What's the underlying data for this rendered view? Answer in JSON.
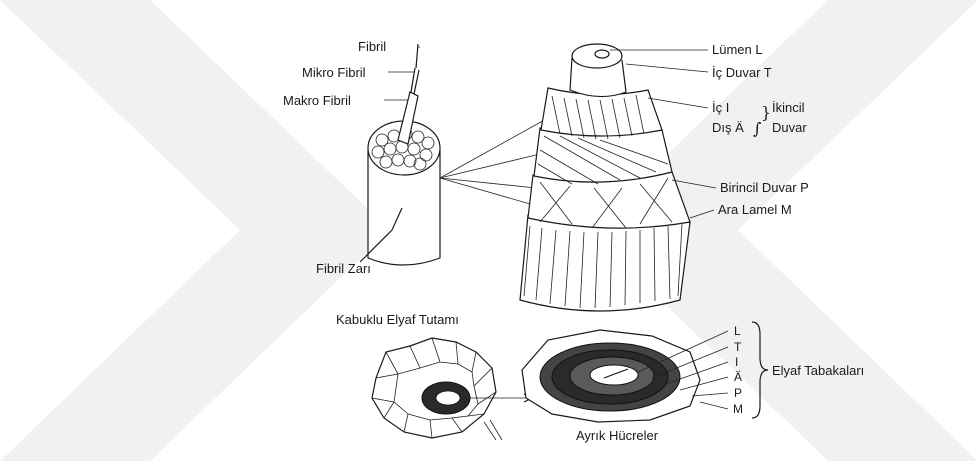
{
  "fiber_detail": {
    "fibril": "Fibril",
    "mikro_fibril": "Mikro Fibril",
    "makro_fibril": "Makro Fibril",
    "fibril_zari": "Fibril Zarı"
  },
  "wall_layers": {
    "lumen": "Lümen L",
    "ic_duvar": "İç Duvar T",
    "ic_i": "İç I",
    "dis_a": "Dış Ä",
    "ikincil": "İkincil",
    "duvar": "Duvar",
    "birincil_duvar": "Birincil Duvar P",
    "ara_lamel": "Ara Lamel M"
  },
  "bundle": {
    "kabuklu_elyaf_tutami": "Kabuklu Elyaf Tutamı",
    "ayrik_hucreler": "Ayrık Hücreler"
  },
  "layer_key": {
    "letters": [
      "L",
      "T",
      "I",
      "Ä",
      "P",
      "M"
    ],
    "title": "Elyaf Tabakaları"
  },
  "colors": {
    "ink": "#1a1a1a",
    "background": "#ffffff",
    "watermark": "#f1f1f1"
  }
}
